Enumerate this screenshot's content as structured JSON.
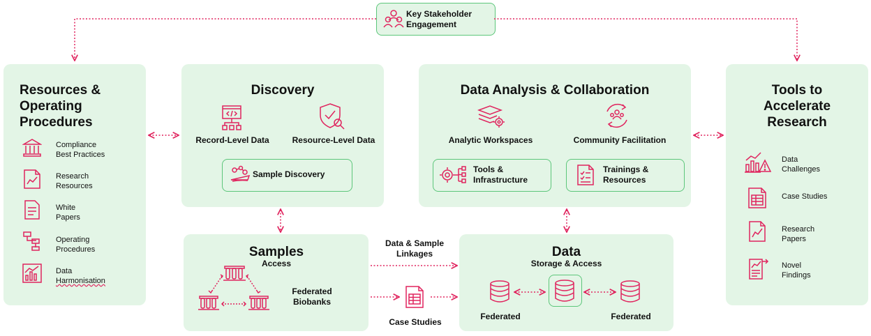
{
  "stakeholder": {
    "label_line1": "Key Stakeholder",
    "label_line2": "Engagement",
    "icon": "people-group-icon"
  },
  "resources": {
    "title_line1": "Resources &",
    "title_line2": "Operating",
    "title_line3": "Procedures",
    "items": [
      {
        "line1": "Compliance",
        "line2": "Best Practices",
        "icon": "bank-icon"
      },
      {
        "line1": "Research",
        "line2": "Resources",
        "icon": "chart-document-icon"
      },
      {
        "line1": "White",
        "line2": "Papers",
        "icon": "paper-icon"
      },
      {
        "line1": "Operating",
        "line2": "Procedures",
        "icon": "flowchart-icon"
      },
      {
        "line1": "Data",
        "line2": "Harmonisation",
        "icon": "bar-chart-icon"
      }
    ]
  },
  "discovery": {
    "title": "Discovery",
    "record_label": "Record-Level Data",
    "resource_label": "Resource-Level Data",
    "sample_label": "Sample Discovery"
  },
  "analysis": {
    "title": "Data Analysis & Collaboration",
    "workspaces_label": "Analytic Workspaces",
    "community_label": "Community Facilitation",
    "tools_line1": "Tools &",
    "tools_line2": "Infrastructure",
    "trainings_line1": "Trainings &",
    "trainings_line2": "Resources"
  },
  "tools": {
    "title_line1": "Tools to",
    "title_line2": "Accelerate",
    "title_line3": "Research",
    "items": [
      {
        "line1": "Data",
        "line2": "Challenges",
        "icon": "chart-warning-icon"
      },
      {
        "line1": "Case Studies",
        "line2": "",
        "icon": "spreadsheet-icon"
      },
      {
        "line1": "Research",
        "line2": "Papers",
        "icon": "chart-document-icon"
      },
      {
        "line1": "Novel",
        "line2": "Findings",
        "icon": "findings-icon"
      }
    ]
  },
  "samples": {
    "title": "Samples",
    "subtitle": "Access",
    "biobank_line1": "Federated",
    "biobank_line2": "Biobanks"
  },
  "linkages": {
    "line1": "Data & Sample",
    "line2": "Linkages",
    "case_studies": "Case Studies"
  },
  "data": {
    "title": "Data",
    "subtitle": "Storage & Access",
    "left_label": "Federated",
    "right_label": "Federated"
  },
  "colors": {
    "accent": "#e0245e",
    "panel": "#e3f5e6",
    "border": "#5cc67a"
  }
}
